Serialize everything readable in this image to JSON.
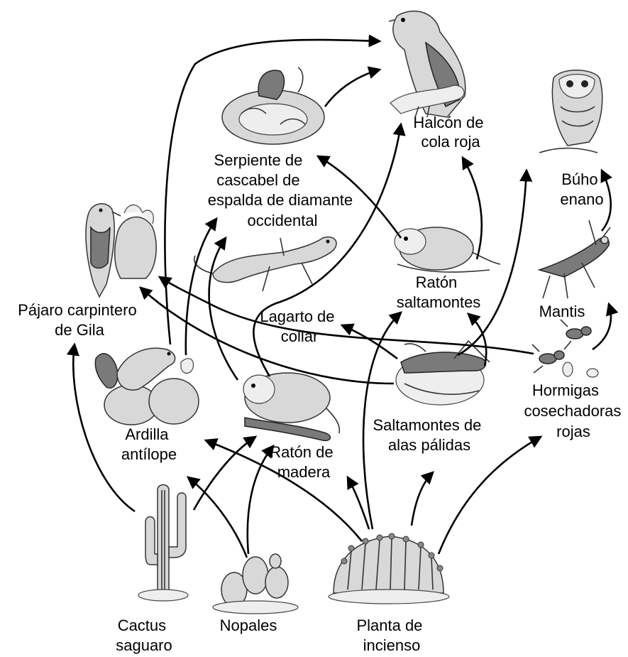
{
  "nodes": {
    "hawk": [
      "Halcón de",
      "cola roja"
    ],
    "owl": [
      "Búho",
      "enano"
    ],
    "rattlesnake": [
      "Serpiente de",
      "cascabel de",
      "espalda de diamante",
      "occidental"
    ],
    "woodpecker": [
      "Pájaro carpintero",
      "de Gila"
    ],
    "grasshopper_mouse": [
      "Ratón",
      "saltamontes"
    ],
    "mantis": [
      "Mantis"
    ],
    "lizard": [
      "Lagarto de",
      "collar"
    ],
    "ants": [
      "Hormigas",
      "cosechadoras",
      "rojas"
    ],
    "squirrel": [
      "Ardilla",
      "antílope"
    ],
    "woodrat": [
      "Ratón de",
      "madera"
    ],
    "grasshopper": [
      "Saltamontes de",
      "alas pálidas"
    ],
    "saguaro": [
      "Cactus",
      "saguaro"
    ],
    "nopales": [
      "Nopales"
    ],
    "incense": [
      "Planta de",
      "incienso"
    ]
  },
  "illustrations": {
    "hawk": "hawk-illustration",
    "owl": "owl-illustration",
    "rattlesnake": "rattlesnake-illustration",
    "woodpecker": "woodpecker-illustration",
    "grasshopper_mouse": "mouse-illustration",
    "mantis": "mantis-illustration",
    "lizard": "lizard-illustration",
    "ants": "ants-illustration",
    "squirrel": "squirrel-illustration",
    "woodrat": "woodrat-illustration",
    "grasshopper": "grasshopper-illustration",
    "saguaro": "saguaro-illustration",
    "nopales": "nopales-illustration",
    "incense": "incense-plant-illustration"
  },
  "colors": {
    "ink": "#000000",
    "background": "#ffffff"
  }
}
